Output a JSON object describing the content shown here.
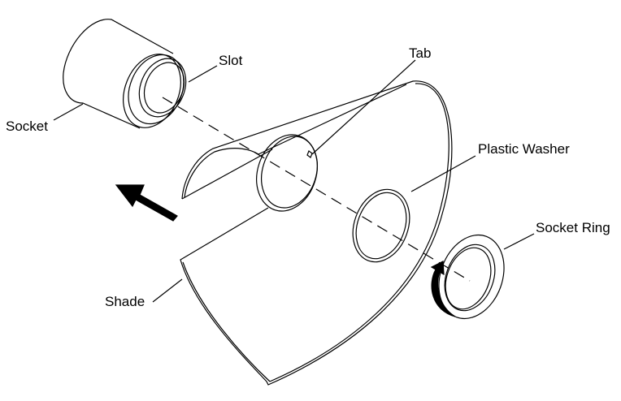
{
  "labels": {
    "socket": "Socket",
    "slot": "Slot",
    "tab": "Tab",
    "plastic_washer": "Plastic Washer",
    "socket_ring": "Socket Ring",
    "shade": "Shade"
  },
  "colors": {
    "line": "#000000",
    "background": "#ffffff"
  }
}
